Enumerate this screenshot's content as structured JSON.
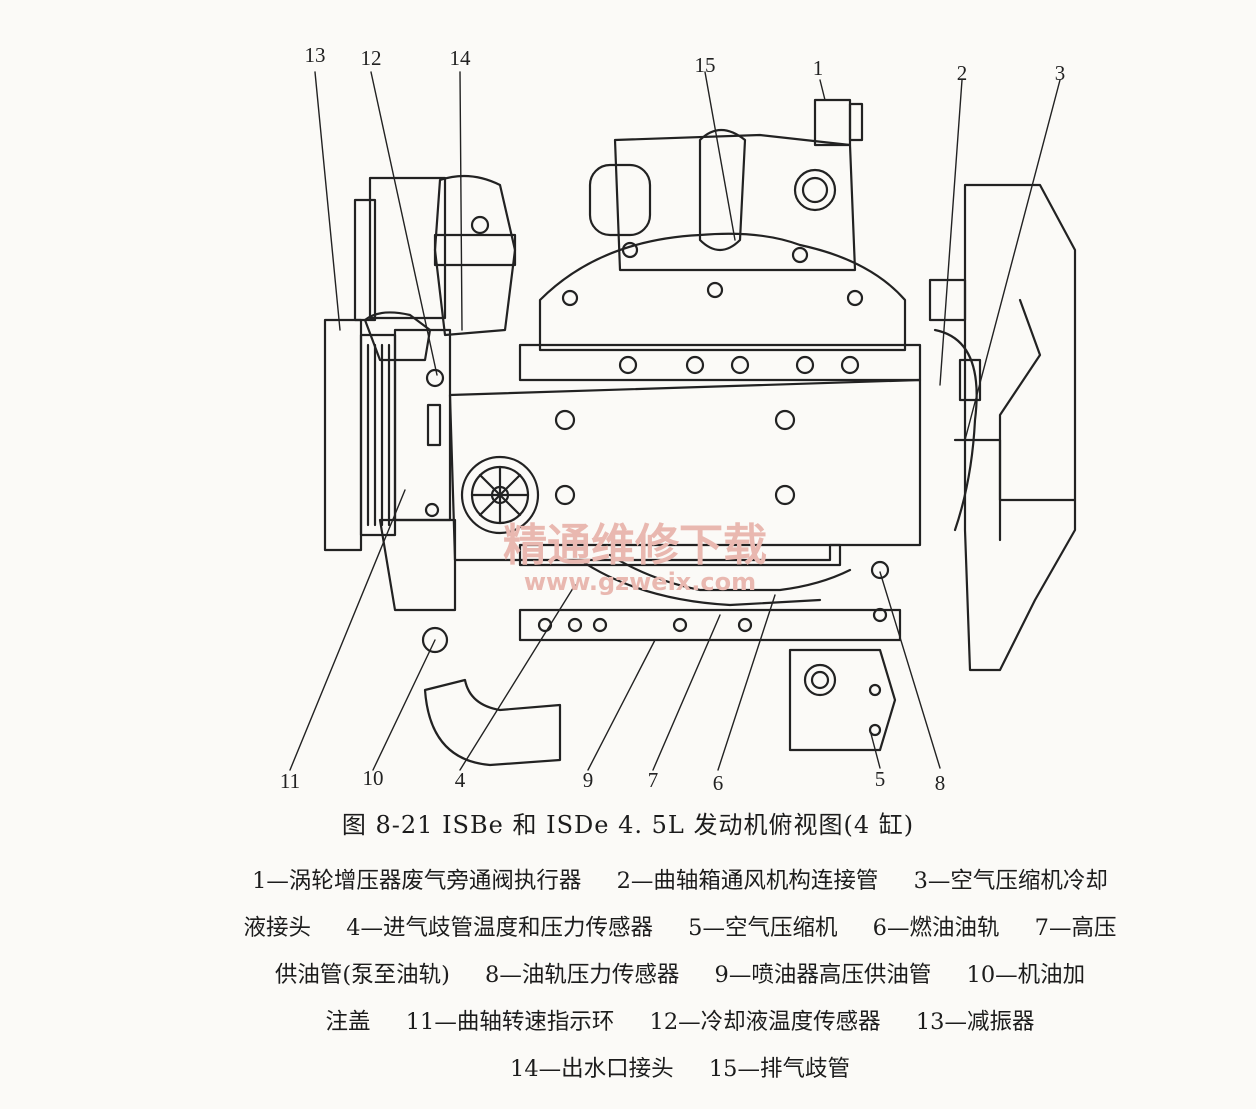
{
  "figure": {
    "caption": "图 8-21   ISBe 和 ISDe 4. 5L 发动机俯视图(4 缸)",
    "watermark": {
      "cn": "精通维修下载",
      "url": "www.gzweix.com"
    },
    "callouts": [
      "1",
      "2",
      "3",
      "4",
      "5",
      "6",
      "7",
      "8",
      "9",
      "10",
      "11",
      "12",
      "13",
      "14",
      "15"
    ]
  },
  "legend_lines": [
    [
      "1—涡轮增压器废气旁通阀执行器",
      "2—曲轴箱通风机构连接管",
      "3—空气压缩机冷却"
    ],
    [
      "液接头",
      "4—进气歧管温度和压力传感器",
      "5—空气压缩机",
      "6—燃油油轨",
      "7—高压"
    ],
    [
      "供油管(泵至油轨)",
      "8—油轨压力传感器",
      "9—喷油器高压供油管",
      "10—机油加"
    ],
    [
      "注盖",
      "11—曲轴转速指示环",
      "12—冷却液温度传感器",
      "13—减振器"
    ],
    [
      "14—出水口接头",
      "15—排气歧管"
    ]
  ],
  "colors": {
    "ink": "#222222",
    "paper": "#fbfaf7",
    "watermark": "#e9b8b0"
  }
}
